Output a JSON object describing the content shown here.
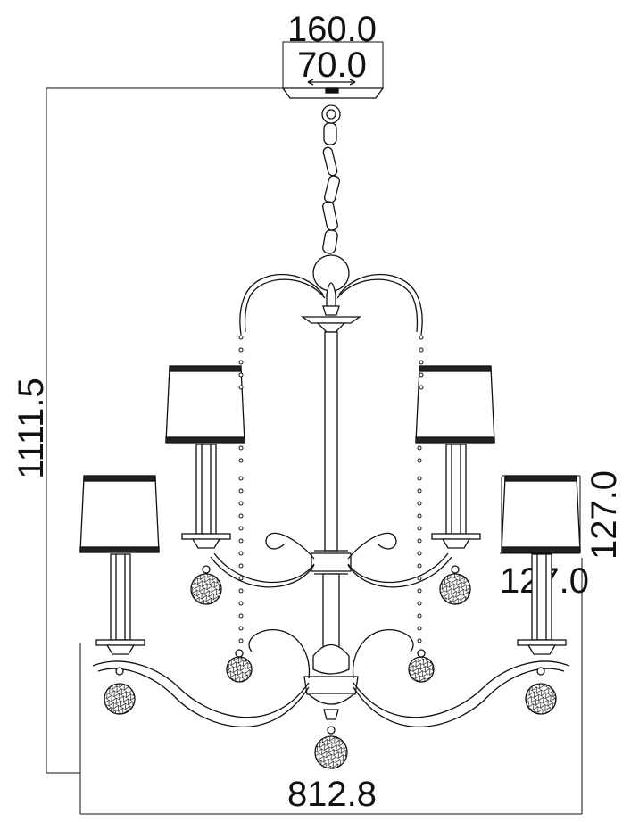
{
  "dimensions": {
    "canopy_width": "160.0",
    "canopy_height": "70.0",
    "overall_height": "1111.5",
    "overall_width": "812.8",
    "shade_height": "127.0",
    "shade_width": "127.0"
  },
  "colors": {
    "line": "#111111",
    "shade_band": "#222222",
    "background": "#ffffff"
  }
}
